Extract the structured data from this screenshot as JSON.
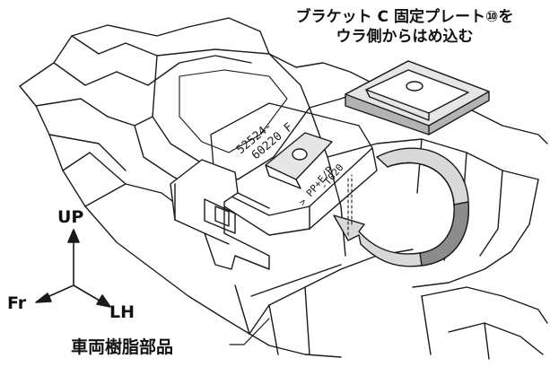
{
  "callout": {
    "line1": "ブラケット C 固定プレート⑩を",
    "line2": "ウラ側からはめ込む"
  },
  "part_codes": {
    "line1": "52524-",
    "line2": "60220 F",
    "line3": "> PP+E/P",
    "line4": "-T020"
  },
  "axes": {
    "up": "UP",
    "front": "Fr",
    "left_hand": "LH"
  },
  "part_label": "車両樹脂部品",
  "colors": {
    "line": "#1a1a1a",
    "plate_top": "#e6e6e6",
    "plate_side": "#b3b3b3",
    "arrow_face": "#d9d9d9",
    "arrow_back": "#8c8c8c",
    "shadow": "#c8c8c8"
  }
}
